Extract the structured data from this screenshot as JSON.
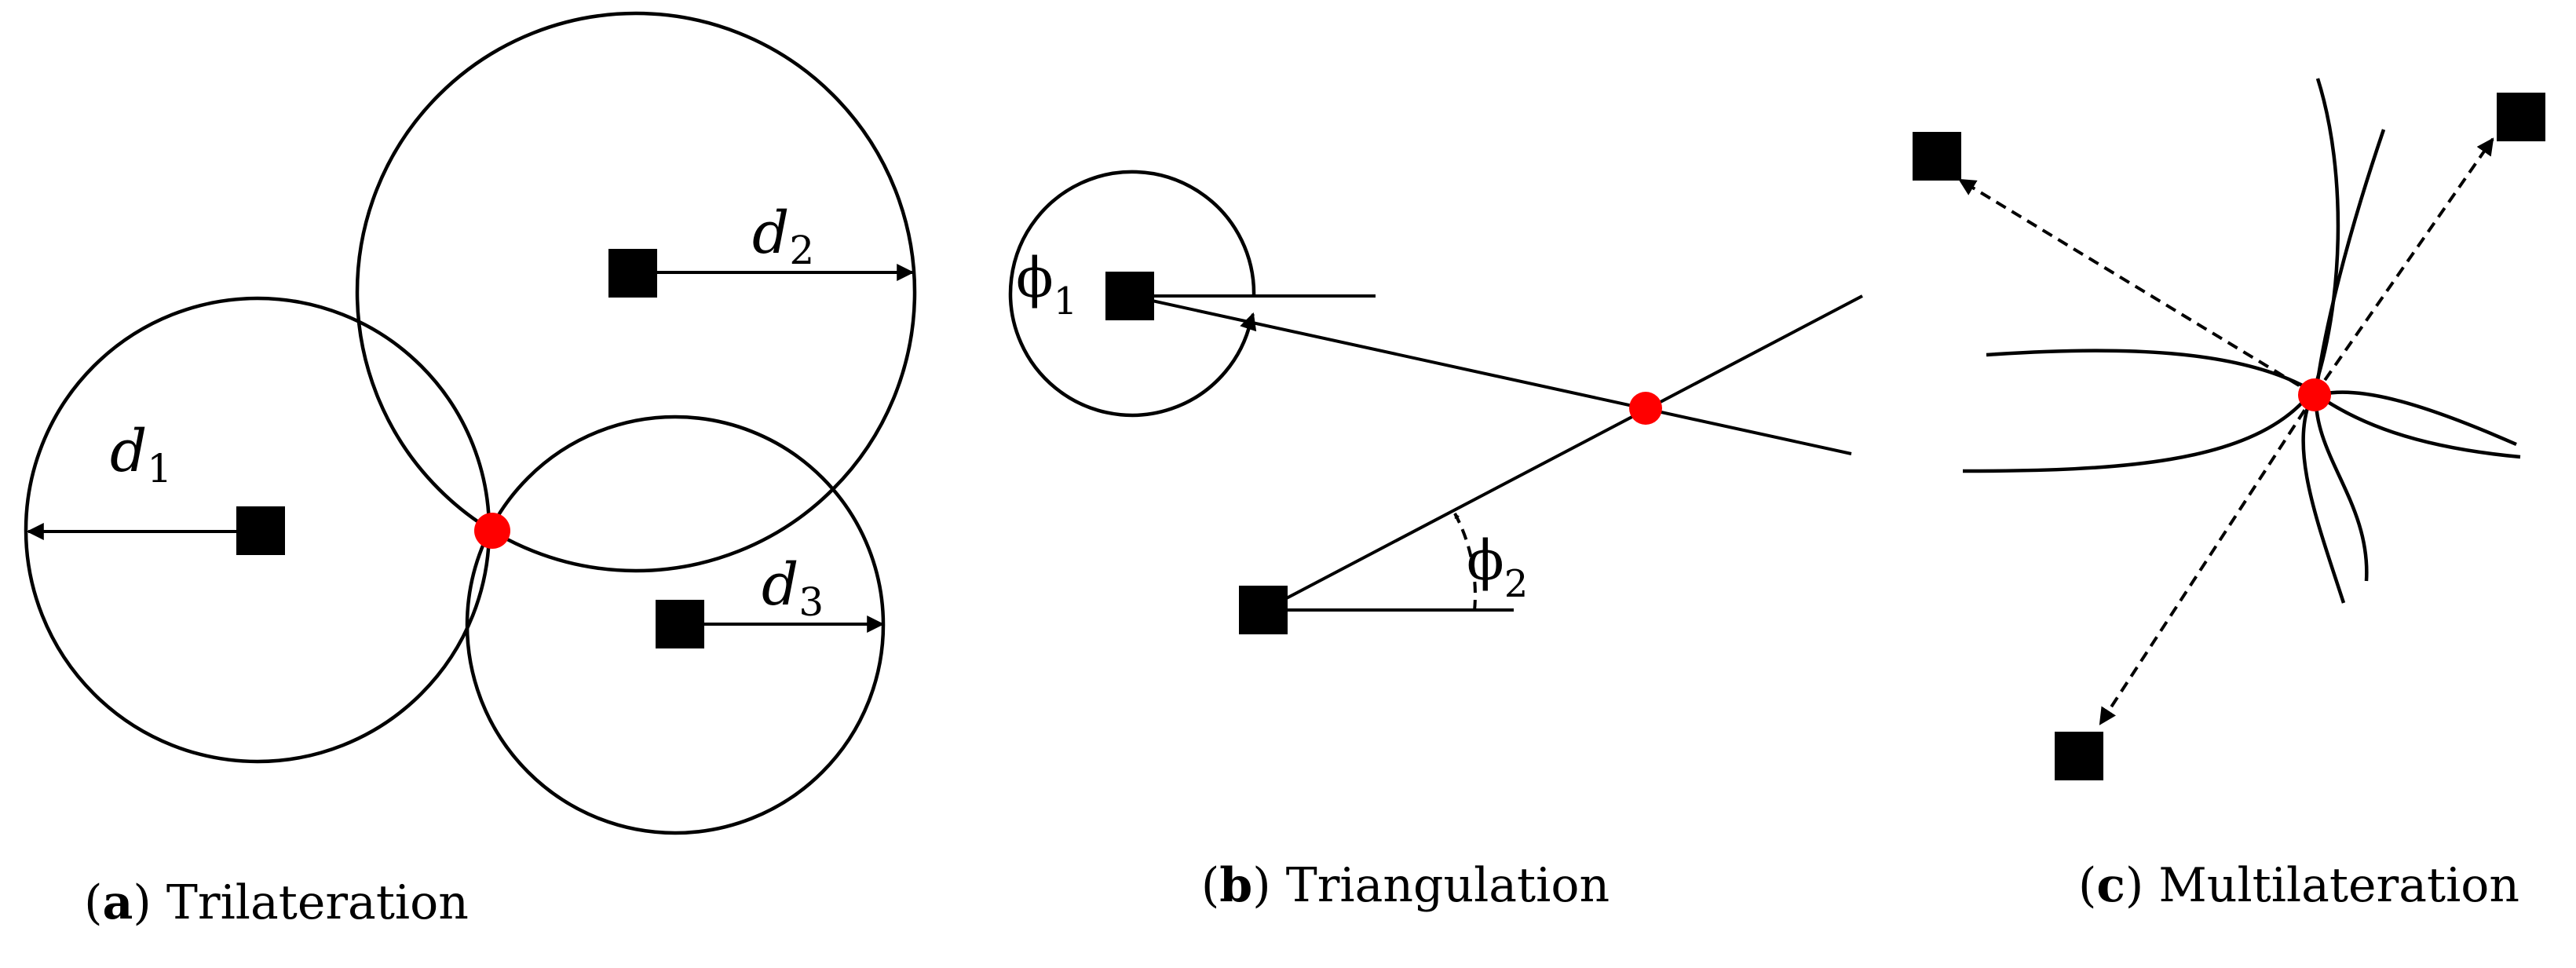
{
  "panels": [
    {
      "letter": "a",
      "title": "Trilateration",
      "labels": {
        "d1": "d",
        "d1_sub": "1",
        "d2": "d",
        "d2_sub": "2",
        "d3": "d",
        "d3_sub": "3"
      }
    },
    {
      "letter": "b",
      "title": "Triangulation",
      "labels": {
        "phi1": "ϕ",
        "phi1_sub": "1",
        "phi2": "ϕ",
        "phi2_sub": "2"
      }
    },
    {
      "letter": "c",
      "title": "Multilateration"
    }
  ],
  "colors": {
    "target": "#ff0000",
    "station": "#000000",
    "line": "#000000"
  }
}
